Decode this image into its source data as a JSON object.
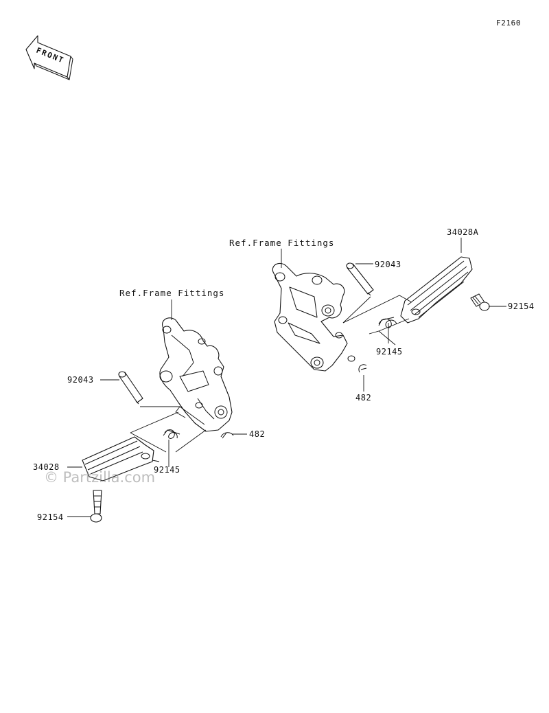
{
  "diagram": {
    "figure_code": "F2160",
    "direction_marker": "FRONT",
    "watermark": "© Partzilla.com",
    "reference_labels": [
      "Ref.Frame Fittings",
      "Ref.Frame Fittings"
    ],
    "callouts": {
      "left_pin": "92043",
      "left_clip": "482",
      "left_spring": "92145",
      "left_footpeg": "34028",
      "left_bolt": "92154",
      "right_pin": "92043",
      "right_clip": "482",
      "right_spring": "92145",
      "right_footpeg": "34028A",
      "right_bolt": "92154"
    }
  }
}
